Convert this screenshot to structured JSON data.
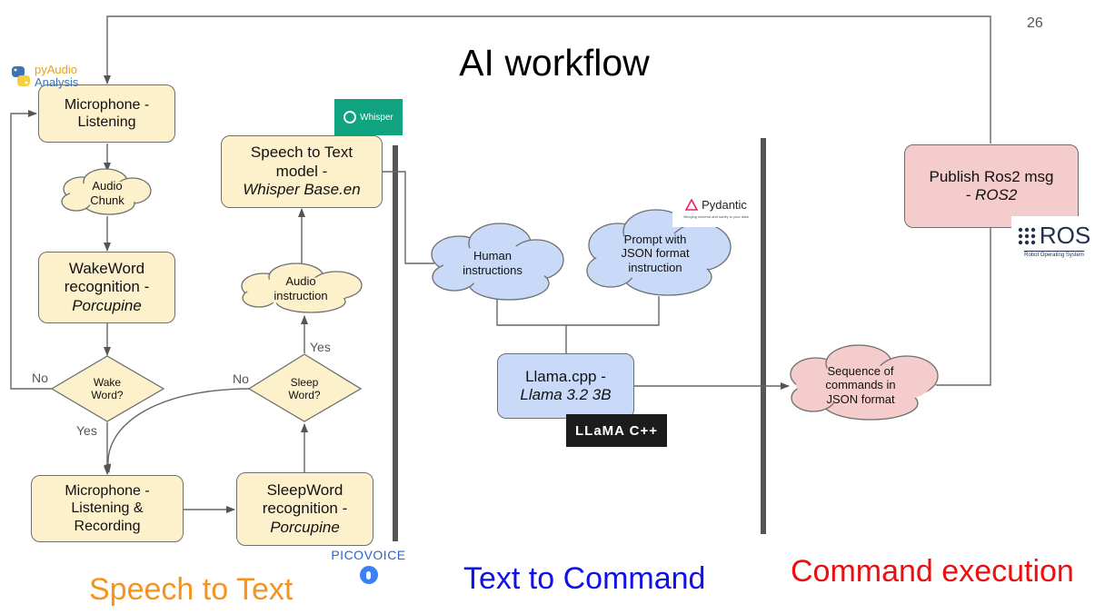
{
  "slide": {
    "title": "AI workflow",
    "page_number": "26"
  },
  "nodes": {
    "mic_listen": {
      "line1": "Microphone -",
      "line2": "Listening"
    },
    "audio_chunk": {
      "line1": "Audio",
      "line2": "Chunk"
    },
    "wakeword": {
      "line1": "WakeWord",
      "line2": "recognition -",
      "line3": "Porcupine"
    },
    "wake_decision": {
      "line1": "Wake",
      "line2": "Word?"
    },
    "mic_record": {
      "line1": "Microphone -",
      "line2": "Listening &",
      "line3": "Recording"
    },
    "sleepword": {
      "line1": "SleepWord",
      "line2": "recognition -",
      "line3": "Porcupine"
    },
    "sleep_decision": {
      "line1": "Sleep",
      "line2": "Word?"
    },
    "audio_instruction": {
      "line1": "Audio",
      "line2": "instruction"
    },
    "stt_model": {
      "line1": "Speech to Text",
      "line2": "model -",
      "line3": "Whisper Base.en"
    },
    "human_instructions": {
      "line1": "Human",
      "line2": "instructions"
    },
    "prompt": {
      "line1": "Prompt with",
      "line2": "JSON format",
      "line3": "instruction"
    },
    "llama": {
      "line1": "Llama.cpp -",
      "line2": "Llama 3.2 3B"
    },
    "sequence": {
      "line1": "Sequence of",
      "line2": "commands in",
      "line3": "JSON format"
    },
    "publish": {
      "line1": "Publish Ros2 msg",
      "line2": "- ROS2"
    }
  },
  "edge_labels": {
    "wake_no": "No",
    "wake_yes": "Yes",
    "sleep_no": "No",
    "sleep_yes": "Yes"
  },
  "logos": {
    "pyaudio": {
      "line1": "pyAudio",
      "line2": "Analysis"
    },
    "whisper": "Whisper",
    "pydantic": {
      "name": "Pydantic",
      "tagline": "Bringing schema and sanity to your data"
    },
    "llama": "LLaMA C++",
    "ros": {
      "name": "ROS",
      "tagline": "Robot Operating System"
    },
    "picovoice": "PICOVOICE"
  },
  "sections": {
    "speech_to_text": "Speech to Text",
    "text_to_command": "Text to Command",
    "command_execution": "Command execution"
  },
  "colors": {
    "node_yellow": "#fdf1cc",
    "node_blue": "#c9daf8",
    "node_pink": "#f4cccc",
    "section_speech": "#f6931e",
    "section_text": "#1010e8",
    "section_command": "#e81010"
  }
}
